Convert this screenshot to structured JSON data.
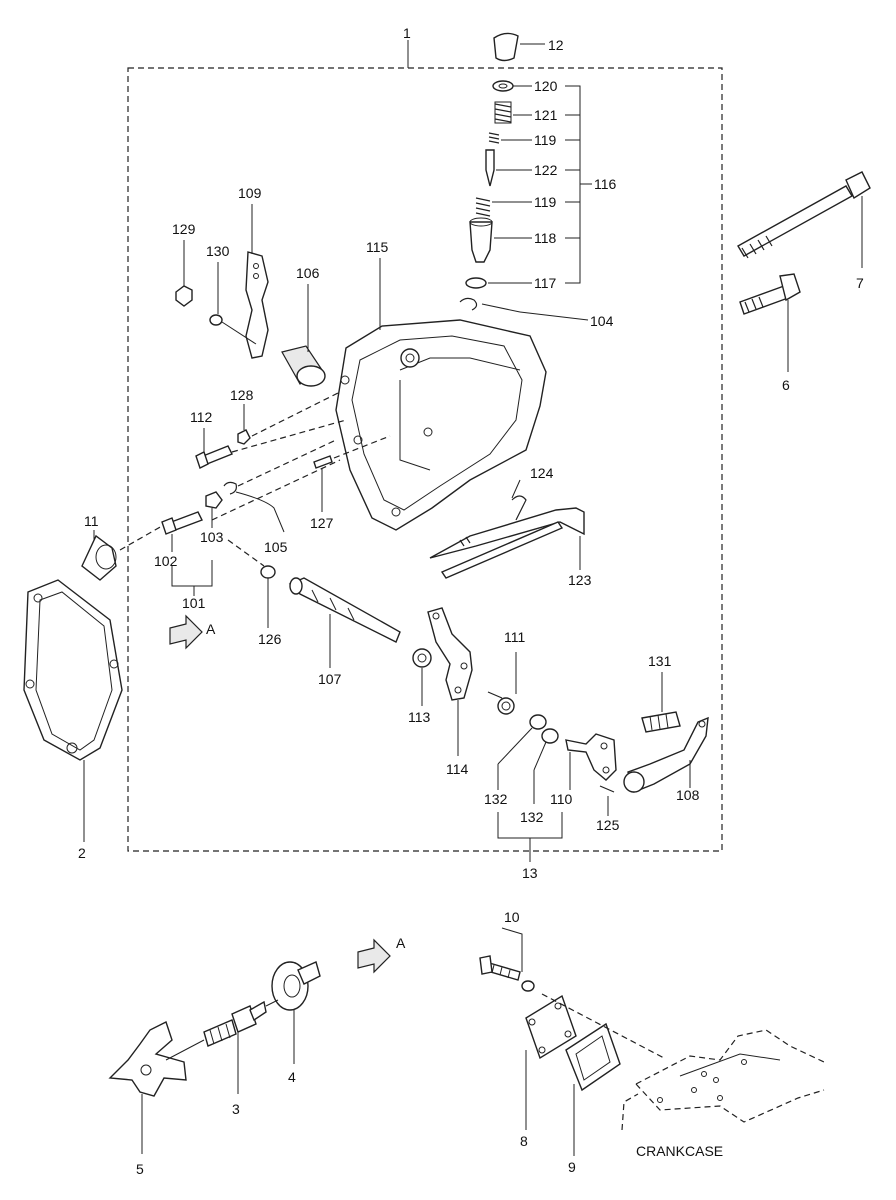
{
  "labels": {
    "l1": "1",
    "l2": "2",
    "l3": "3",
    "l4": "4",
    "l5": "5",
    "l6": "6",
    "l7": "7",
    "l8": "8",
    "l9": "9",
    "l10": "10",
    "l11": "11",
    "l12": "12",
    "l13": "13",
    "l101": "101",
    "l102": "102",
    "l103": "103",
    "l104": "104",
    "l105": "105",
    "l106": "106",
    "l107": "107",
    "l108": "108",
    "l109": "109",
    "l110": "110",
    "l111": "111",
    "l112": "112",
    "l113": "113",
    "l114": "114",
    "l115": "115",
    "l116": "116",
    "l117": "117",
    "l118": "118",
    "l119a": "119",
    "l119b": "119",
    "l120": "120",
    "l121": "121",
    "l122": "122",
    "l123": "123",
    "l124": "124",
    "l125": "125",
    "l126": "126",
    "l127": "127",
    "l128": "128",
    "l129": "129",
    "l130": "130",
    "l131": "131",
    "l132a": "132",
    "l132b": "132"
  },
  "view_marks": {
    "a1": "A",
    "a2": "A"
  },
  "crankcase": "CRANKCASE"
}
